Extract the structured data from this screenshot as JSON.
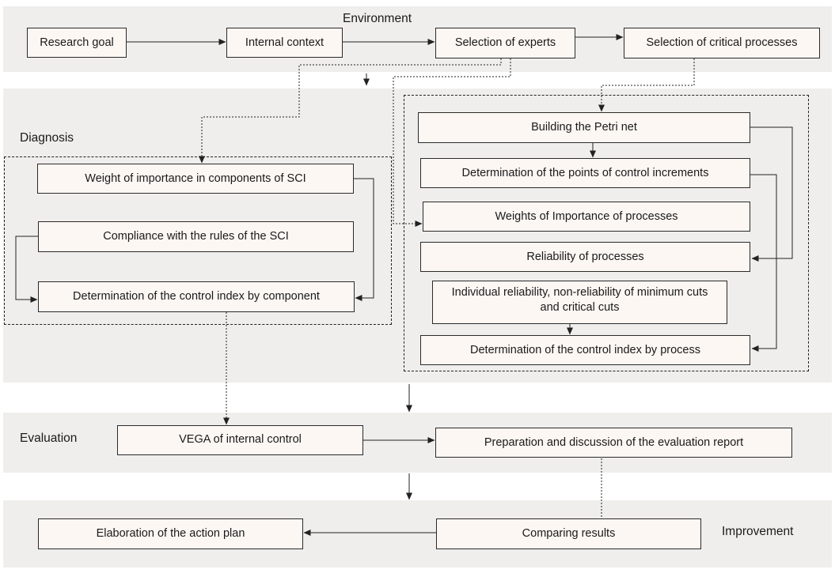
{
  "phases": {
    "environment": "Environment",
    "diagnosis": "Diagnosis",
    "evaluation": "Evaluation",
    "improvement": "Improvement"
  },
  "environment_boxes": {
    "research_goal": "Research goal",
    "internal_context": "Internal context",
    "selection_of_experts": "Selection of experts",
    "selection_of_critical_processes": "Selection of critical processes"
  },
  "diagnosis_left": {
    "weight_importance_components": "Weight of importance in components of SCI",
    "compliance_rules": "Compliance with the rules of the SCI",
    "control_index_component": "Determination of the control index by component"
  },
  "diagnosis_right": {
    "petri_net": "Building the Petri net",
    "points_of_control": "Determination of the points of control increments",
    "weights_processes": "Weights of Importance of processes",
    "reliability_processes": "Reliability of processes",
    "individual_reliability": "Individual reliability, non-reliability of minimum cuts and critical cuts",
    "control_index_process": "Determination of the control index by process"
  },
  "evaluation_boxes": {
    "vega": "VEGA of internal control",
    "report": "Preparation and discussion of the evaluation report"
  },
  "improvement_boxes": {
    "action_plan": "Elaboration of the action plan",
    "comparing_results": "Comparing results"
  },
  "colors": {
    "band": "#efeeed",
    "box_fill": "#fdf7f3",
    "line": "#222222"
  }
}
